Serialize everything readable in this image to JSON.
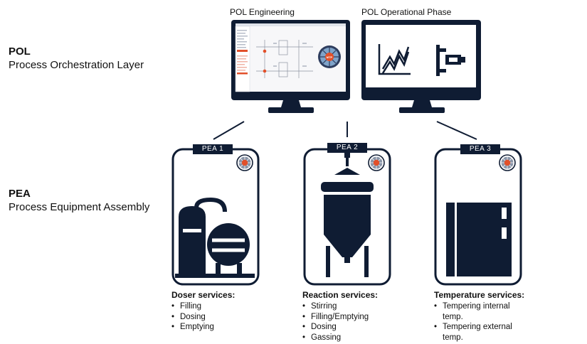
{
  "pol": {
    "title": "POL",
    "subtitle": "Process Orchestration Layer"
  },
  "pea": {
    "title": "PEA",
    "subtitle": "Process Equipment Assembly"
  },
  "monitors": {
    "engineering": {
      "label": "POL Engineering",
      "badge": "MTP"
    },
    "operational": {
      "label": "POL Operational Phase"
    }
  },
  "modules": [
    {
      "tag": "PEA 1",
      "icon": "plant-tanks-icon",
      "services_title": "Doser services:",
      "services": [
        "Filling",
        "Dosing",
        "Emptying"
      ]
    },
    {
      "tag": "PEA 2",
      "icon": "reactor-vessel-icon",
      "services_title": "Reaction services:",
      "services": [
        "Stirring",
        "Filling/Emptying",
        "Dosing",
        "Gassing"
      ]
    },
    {
      "tag": "PEA 3",
      "icon": "temperature-cabinet-icon",
      "services_title": "Temperature services:",
      "services": [
        "Tempering internal",
        "temp.",
        "Tempering external",
        "temp."
      ]
    }
  ],
  "colors": {
    "navy": "#0f1c33",
    "accent": "#e2502a"
  }
}
